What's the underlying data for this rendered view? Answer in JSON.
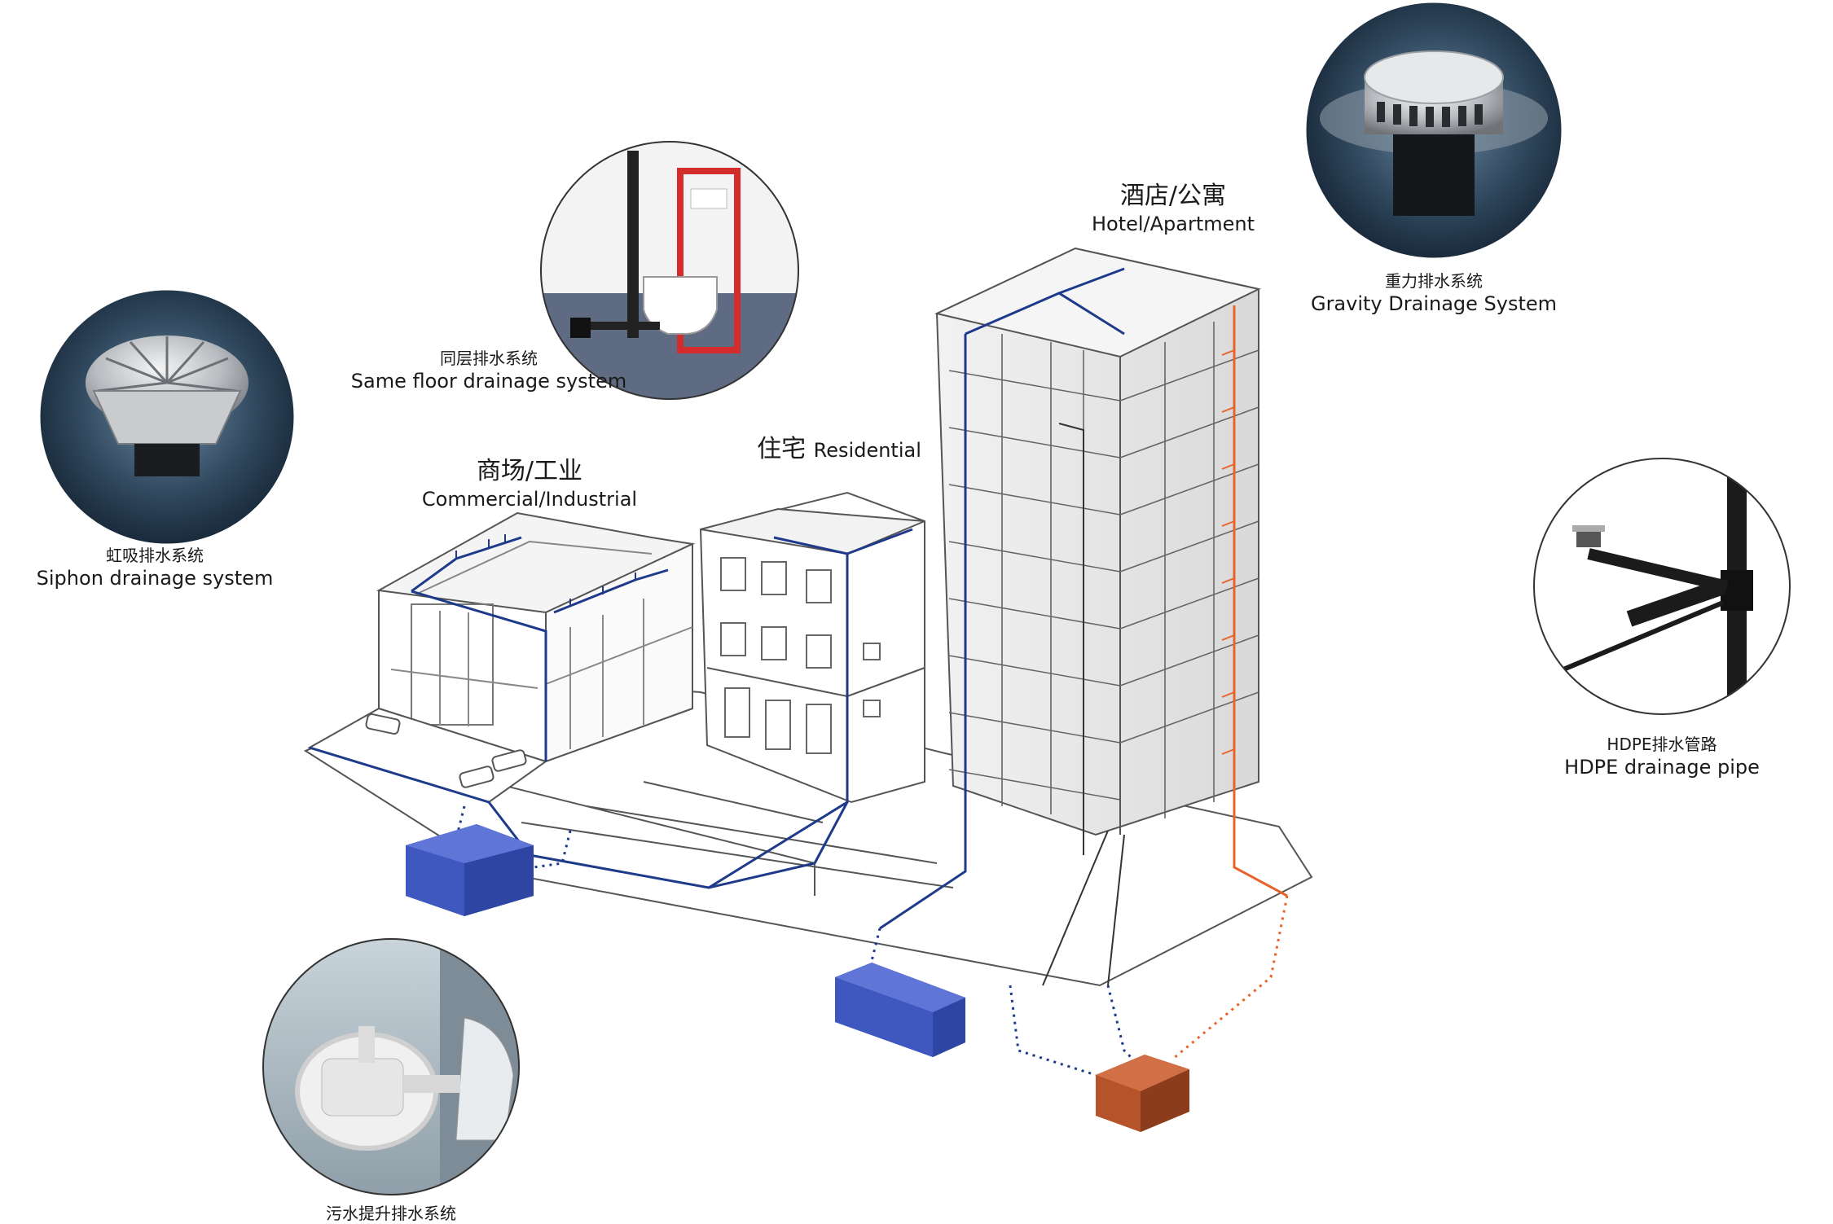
{
  "labels": {
    "hotel": {
      "zh": "酒店/公寓",
      "en": "Hotel/Apartment"
    },
    "residential": {
      "zh": "住宅",
      "en": "Residential"
    },
    "commercial": {
      "zh": "商场/工业",
      "en": "Commercial/Industrial"
    },
    "gravity": {
      "zh": "重力排水系统",
      "en": "Gravity Drainage System"
    },
    "same_floor": {
      "zh": "同层排水系统",
      "en": "Same floor drainage system"
    },
    "siphon": {
      "zh": "虹吸排水系统",
      "en": "Siphon drainage system"
    },
    "hdpe": {
      "zh": "HDPE排水管路",
      "en": "HDPE drainage pipe"
    },
    "sewage_lift": {
      "zh": "污水提升排水系统"
    }
  },
  "colors": {
    "pipe_blue": "#1e3a8a",
    "pipe_orange": "#e8632a",
    "tank_blue": "#3f58c0",
    "tank_brown": "#b5542b",
    "outline": "#555555"
  }
}
